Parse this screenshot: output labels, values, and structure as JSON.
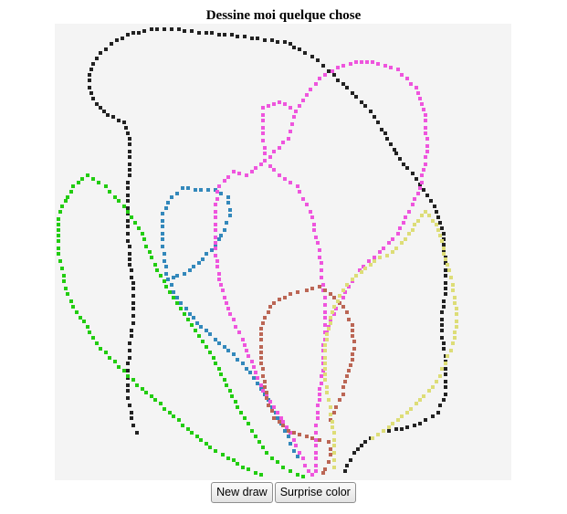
{
  "page": {
    "title": "Dessine moi quelque chose"
  },
  "buttons": {
    "new_draw": "New draw",
    "surprise_color": "Surprise color"
  },
  "drawing": {
    "background": "#f4f4f4",
    "strokes": [
      {
        "name": "black-stroke",
        "color": "#222222"
      },
      {
        "name": "green-stroke",
        "color": "#22cc11"
      },
      {
        "name": "blue-stroke",
        "color": "#3388bb"
      },
      {
        "name": "pink-stroke",
        "color": "#ee55dd"
      },
      {
        "name": "brown-stroke",
        "color": "#bb6655"
      },
      {
        "name": "yellow-stroke",
        "color": "#dddd77"
      }
    ]
  }
}
